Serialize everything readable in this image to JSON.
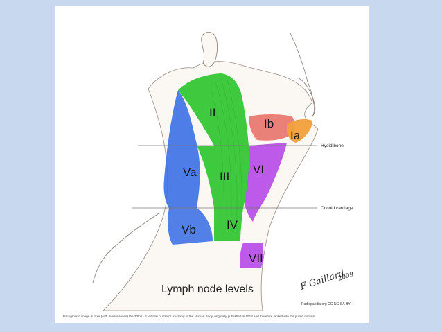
{
  "figure": {
    "title": "Lymph node levels",
    "levels": {
      "Ia": "Ia",
      "Ib": "Ib",
      "II": "II",
      "III": "III",
      "IV": "IV",
      "Va": "Va",
      "Vb": "Vb",
      "VI": "VI",
      "VII": "VII"
    },
    "landmarks": {
      "hyoid": "Hyoid bone",
      "cricoid": "Cricoid cartilage"
    },
    "signature": {
      "name": "F Gaillard",
      "year": "2009"
    },
    "credit_short": "Radiopaedia.org CC-NC-SA-BY",
    "credit_long": "Background image is from (with modifications) the 20th U.S. edition of Gray's Anatomy of the Human Body, originally published in 1918 and therefore lapsed into the public domain"
  },
  "colors": {
    "background": "#c8d8ee",
    "slide": "#ffffff",
    "level_I_a": "#f2a03c",
    "level_I_b": "#e8776f",
    "level_II_III_IV": "#2fc52f",
    "level_V": "#3f72e6",
    "level_VI_VII": "#b94ee8"
  }
}
